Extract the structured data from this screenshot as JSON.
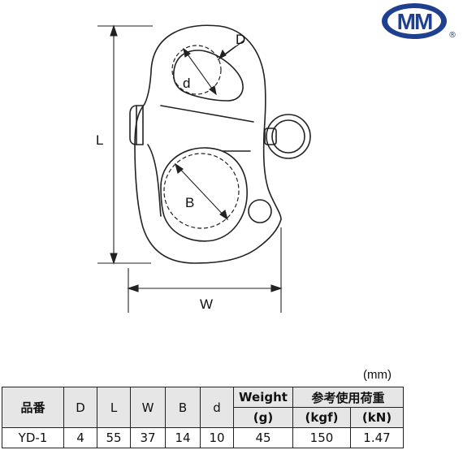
{
  "logo": {
    "text": "MM",
    "registered": "®",
    "color": "#1f3f8f"
  },
  "diagram": {
    "labels": {
      "D": "D",
      "d": "d",
      "L": "L",
      "B": "B",
      "W": "W"
    }
  },
  "unit": "(mm)",
  "table": {
    "headers": {
      "part": "品番",
      "D": "D",
      "L": "L",
      "W": "W",
      "B": "B",
      "d": "d",
      "weight": "Weight",
      "weight_unit": "(g)",
      "load": "参考使用荷重",
      "load_kgf": "(kgf)",
      "load_kn": "(kN)"
    },
    "rows": [
      {
        "part": "YD-1",
        "D": "4",
        "L": "55",
        "W": "37",
        "B": "14",
        "d": "10",
        "weight": "45",
        "kgf": "150",
        "kn": "1.47"
      }
    ]
  }
}
